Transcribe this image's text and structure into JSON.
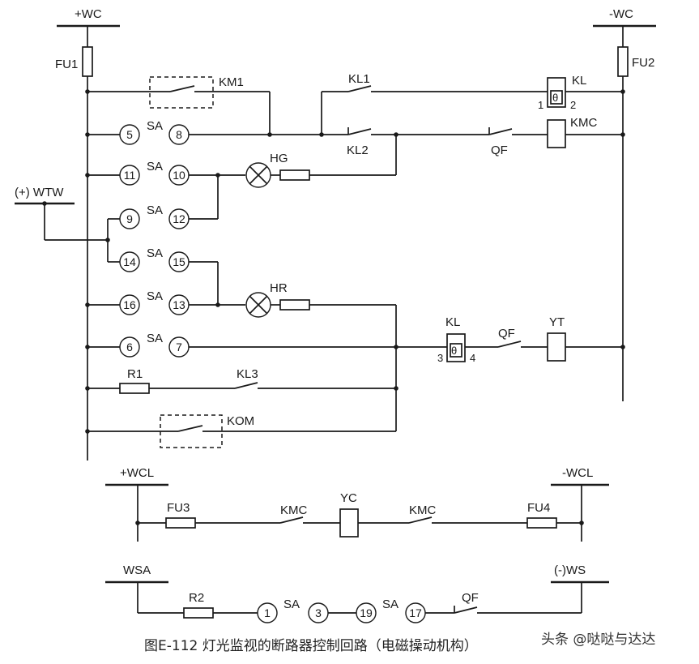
{
  "buses": {
    "pos_wc": "+WC",
    "neg_wc": "-WC",
    "pos_wcl": "+WCL",
    "neg_wcl": "-WCL",
    "wsa": "WSA",
    "neg_ws": "(-)WS",
    "wtw": "(+) WTW"
  },
  "components": {
    "fu1": "FU1",
    "fu2": "FU2",
    "fu3": "FU3",
    "fu4": "FU4",
    "km1": "KM1",
    "kl1": "KL1",
    "kl2": "KL2",
    "kl3": "KL3",
    "kl": "KL",
    "kmc": "KMC",
    "qf": "QF",
    "hg": "HG",
    "hr": "HR",
    "r1": "R1",
    "r2": "R2",
    "yt": "YT",
    "yc": "YC",
    "kom": "KOM",
    "sa": "SA",
    "theta": "θ",
    "pin1": "1",
    "pin2": "2",
    "pin3": "3",
    "pin4": "4"
  },
  "terminals": [
    "5",
    "8",
    "11",
    "10",
    "9",
    "12",
    "14",
    "15",
    "16",
    "13",
    "6",
    "7",
    "1",
    "3",
    "19",
    "17"
  ],
  "caption": "图E-112 灯光监视的断路器控制回路（电磁操动机构）",
  "watermark": "头条 @哒哒与达达"
}
